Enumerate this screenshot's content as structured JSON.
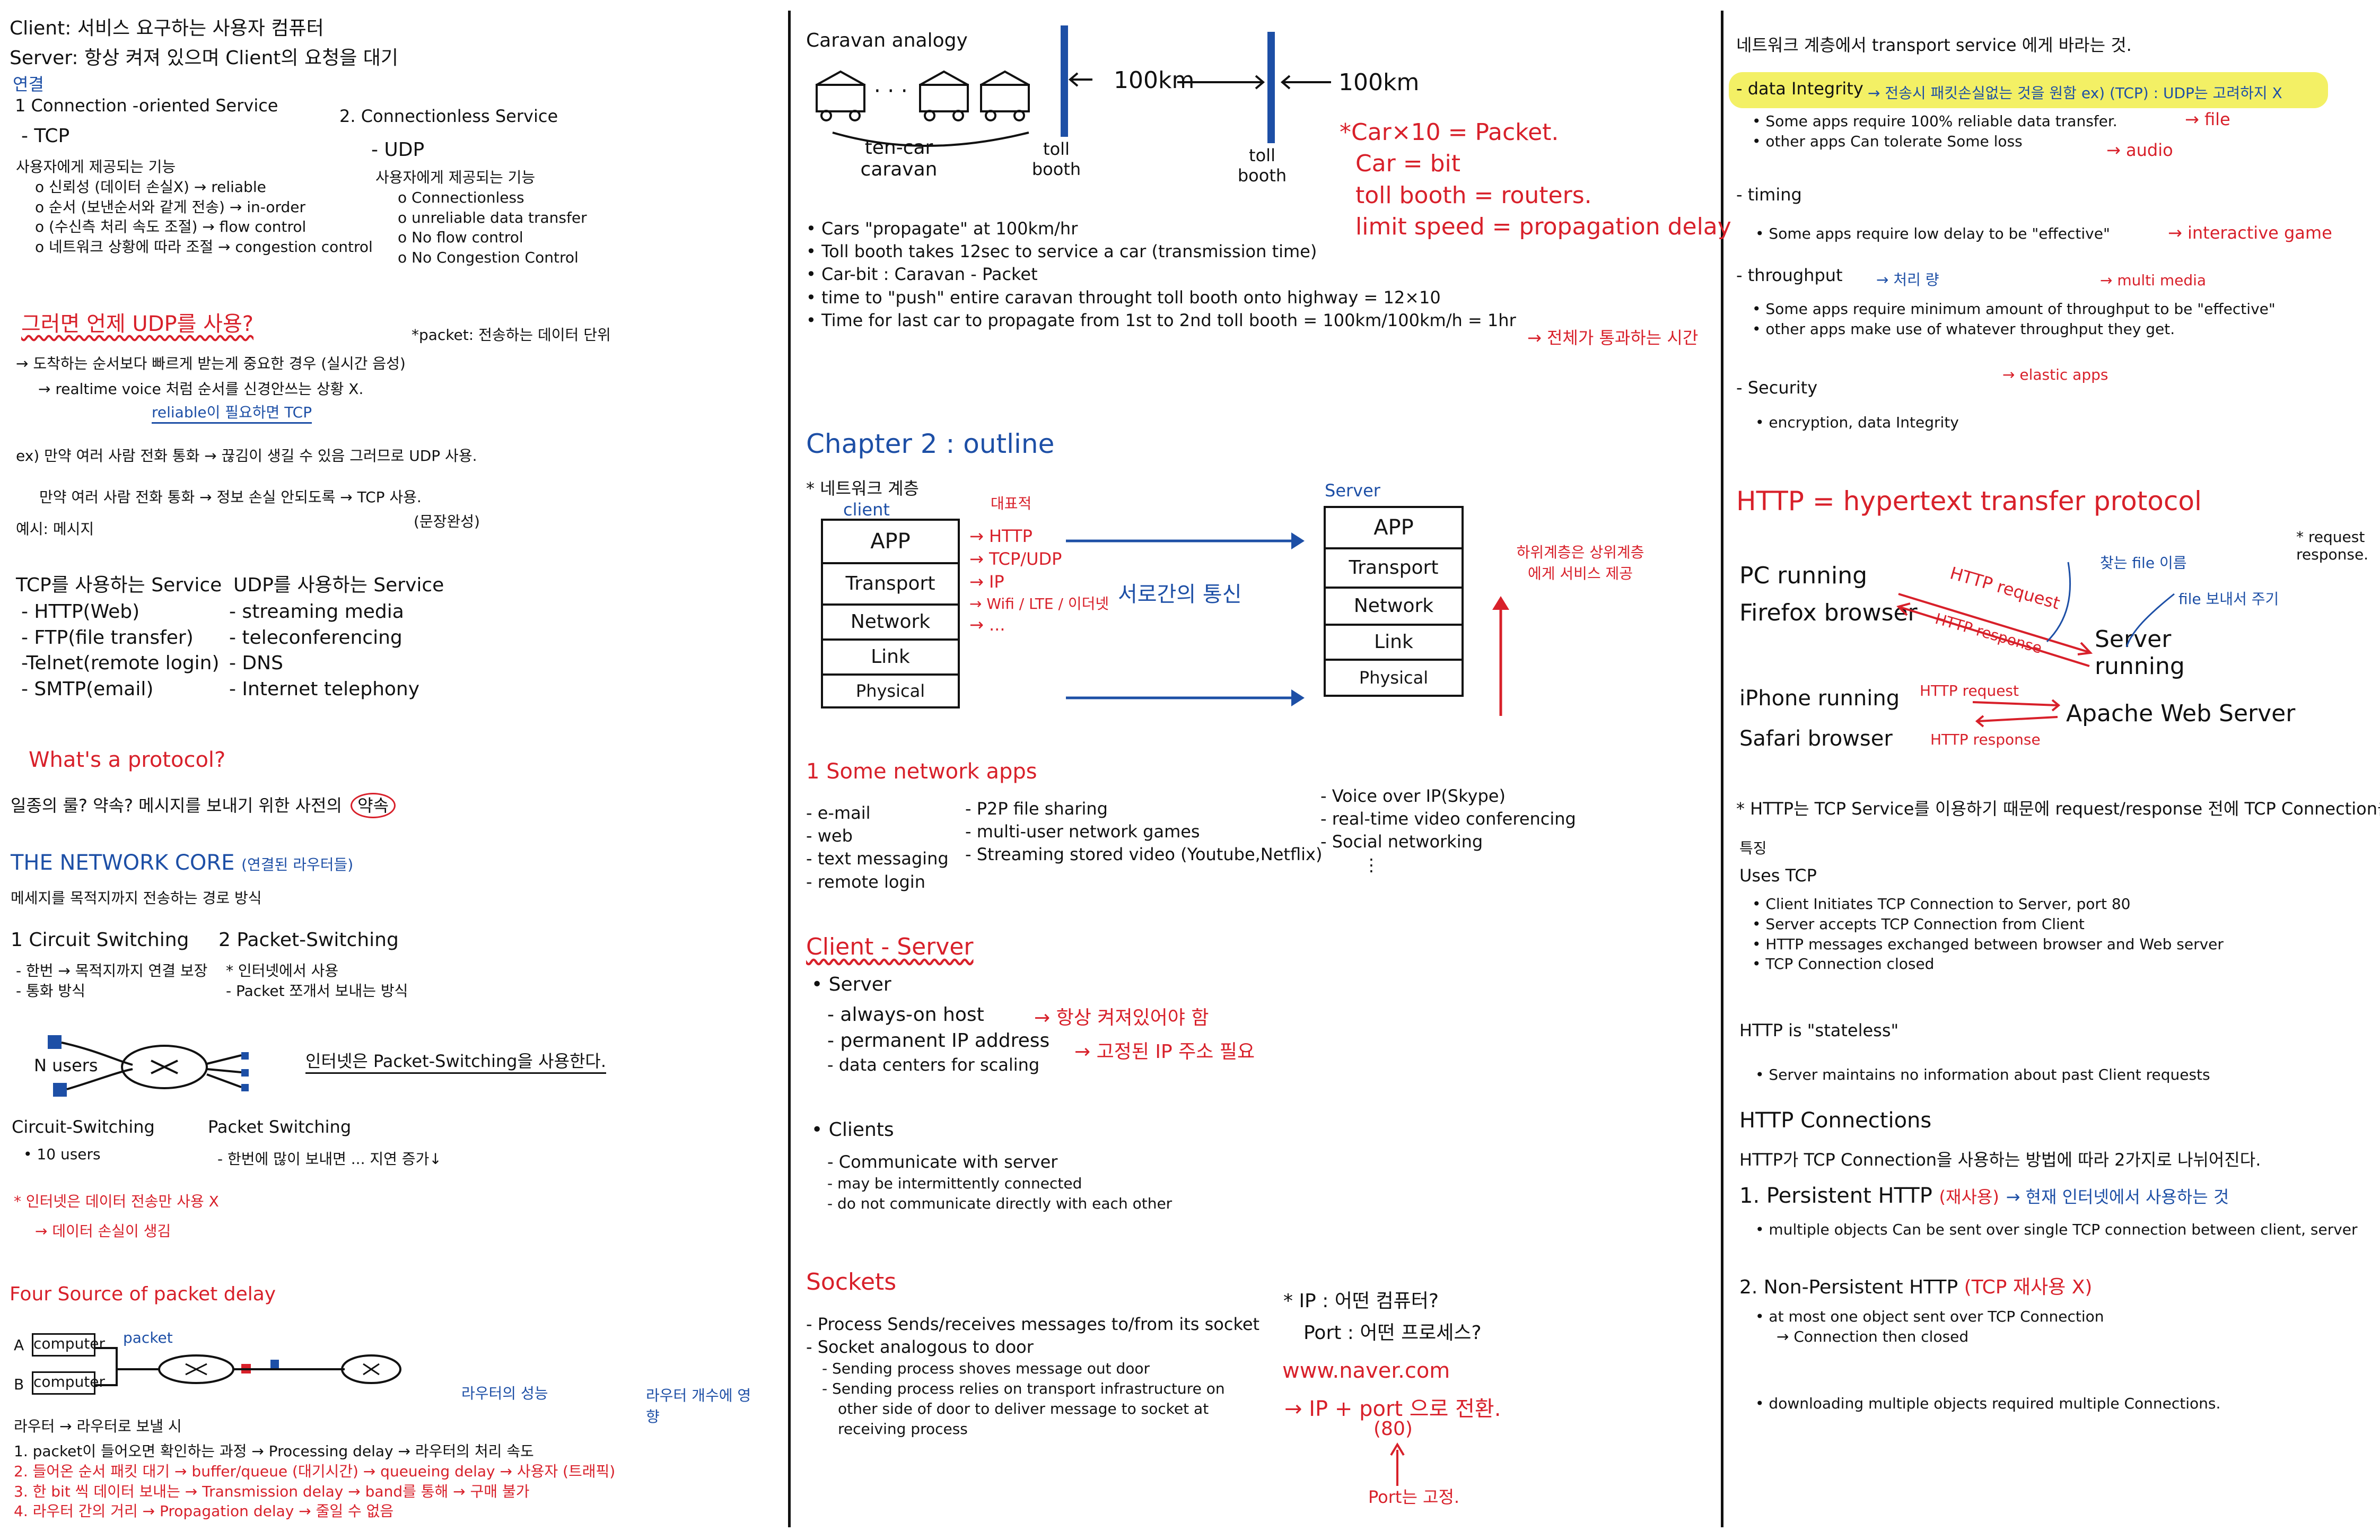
{
  "col1": {
    "intro": [
      "Client: 서비스 요구하는 사용자 컴퓨터",
      "Server: 항상 켜져 있으며 Client의 요청을 대기",
      "연결"
    ],
    "conn_oriented": {
      "title": "1 Connection -oriented Service",
      "proto": "- TCP",
      "lines": [
        "사용자에게 제공되는 기능",
        "o 신뢰성 (데이터 손실X) → reliable",
        "o 순서 (보낸순서와 같게 전송) → in-order",
        "o (수신측 처리 속도 조절) → flow control",
        "o 네트워크 상황에 따라 조절 → congestion control"
      ]
    },
    "connless": {
      "title": "2. Connectionless Service",
      "proto": "- UDP",
      "lines": [
        "사용자에게 제공되는 기능",
        "o Connectionless",
        "o unreliable data transfer",
        "o No flow control",
        "o No Congestion Control"
      ]
    },
    "why_udp": {
      "title": "그러면 언제 UDP를 사용?",
      "packet_note": "*packet: 전송하는 데이터 단위",
      "lines": [
        "→ 도착하는 순서보다 빠르게 받는게 중요한 경우 (실시간 음성)",
        "→ realtime voice 처럼 순서를 신경안쓰는 상황 X.",
        "reliable이 필요하면 TCP",
        "ex) 만약 여러 사람 전화 통화 → 끊김이 생길 수 있음 그러므로 UDP 사용.",
        "만약 여러 사람 전화 통화 → 정보 손실 안되도록 → TCP 사용.",
        "(문장완성)",
        "예시: 메시지"
      ]
    },
    "tcp_services": {
      "title": "TCP를 사용하는 Service",
      "items": [
        "- HTTP(Web)",
        "- FTP(file transfer)",
        "-Telnet(remote login)",
        "- SMTP(email)"
      ]
    },
    "udp_services": {
      "title": "UDP를 사용하는 Service",
      "items": [
        "- streaming media",
        "- teleconferencing",
        "- DNS",
        "- Internet telephony"
      ]
    },
    "protocol": {
      "title": "What's a protocol?",
      "text": "일종의 룰? 약속? 메시지를 보내기 위한 사전의",
      "circled": "약속"
    },
    "core": {
      "title": "THE NETWORK CORE",
      "title_note": "(연결된 라우터들)",
      "subtitle": "메세지를 목적지까지 전송하는 경로 방식",
      "circuit": {
        "title": "1 Circuit Switching",
        "lines": [
          "- 한번 → 목적지까지 연결 보장",
          "- 통화 방식"
        ]
      },
      "packet": {
        "title": "2 Packet-Switching",
        "lines": [
          "* 인터넷에서 사용",
          "- Packet 쪼개서 보내는 방식"
        ]
      },
      "n_users": "N users",
      "internet_note": "인터넷은 Packet-Switching을 사용한다.",
      "cs_label": "Circuit-Switching",
      "cs_users": "• 10 users",
      "ps_label": "Packet Switching",
      "ps_note": "- 한번에 많이 보내면 ... 지연 증가↓",
      "note_red": [
        "* 인터넷은 데이터 전송만 사용 X",
        "→ 데이터 손실이 생김"
      ]
    },
    "delay": {
      "title": "Four Source of packet delay",
      "a": "A",
      "b": "B",
      "computer": "computer",
      "packet_label": "packet",
      "lines": [
        "라우터 → 라우터로 보낼 시",
        "1. packet이 들어오면 확인하는 과정 → Processing delay → 라우터의 처리 속도",
        "2. 들어온 순서 패킷 대기 → buffer/queue (대기시간) → queueing delay → 사용자 (트래픽)",
        "3. 한 bit 씩 데이터 보내는 → Transmission delay → band를 통해 → 구매 불가",
        "4. 라우터 간의 거리 → Propagation delay → 줄일 수 없음"
      ],
      "notes": [
        "라우터의 성능",
        "라우터 개수에 영향"
      ]
    }
  },
  "col2": {
    "caravan": {
      "title": "Caravan analogy",
      "dist1": "100km",
      "dist2": "100km",
      "caravan_label": "ten-car caravan",
      "toll1": "toll booth",
      "toll2": "toll booth",
      "defs": [
        "*Car×10 = Packet.",
        "Car = bit",
        "toll booth = routers.",
        "limit speed = propagation delay"
      ],
      "bullets": [
        "• Cars \"propagate\" at 100km/hr",
        "• Toll booth takes 12sec to service a car (transmission time)",
        "• Car-bit : Caravan - Packet",
        "• time to \"push\" entire caravan throught toll booth onto highway = 12×10",
        "• Time for last car to propagate from 1st to 2nd toll booth = 100km/100km/h = 1hr"
      ],
      "red_note": "→ 전체가 통과하는 시간"
    },
    "outline": {
      "title": "Chapter 2 : outline",
      "sub": "* 네트워크 계층",
      "client": "client",
      "server": "Server",
      "layers": [
        "APP",
        "Transport",
        "Network",
        "Link",
        "Physical"
      ],
      "examples_title": "대표적",
      "examples": [
        "→ HTTP",
        "→ TCP/UDP",
        "→ IP",
        "→ Wifi / LTE / 이더넷",
        "→ ..."
      ],
      "comm_note": "서로간의 통신",
      "side_note": "하위계층은 상위계층에게 서비스 제공"
    },
    "apps": {
      "title": "1 Some network apps",
      "col_a": [
        "- e-mail",
        "- web",
        "- text messaging",
        "- remote login"
      ],
      "col_b": [
        "- P2P file sharing",
        "- multi-user network games",
        "- Streaming stored video (Youtube,Netflix)"
      ],
      "col_c": [
        "- Voice over IP(Skype)",
        "- real-time video conferencing",
        "- Social networking",
        "⋮"
      ]
    },
    "cs": {
      "title": "Client - Server",
      "server": "• Server",
      "server_lines": [
        "- always-on host",
        "- permanent IP address",
        "- data centers for scaling"
      ],
      "server_notes": [
        "→ 항상 켜져있어야 함",
        "→ 고정된 IP 주소 필요"
      ],
      "clients": "• Clients",
      "client_lines": [
        "- Communicate with server",
        "- may be intermittently connected",
        "- do not communicate directly with each other"
      ]
    },
    "sockets": {
      "title": "Sockets",
      "lines": [
        "- Process Sends/receives messages to/from its socket",
        "- Socket analogous to door",
        "- Sending process shoves message out door",
        "- Sending process relies on transport infrastructure on",
        "other side of door to deliver message to socket at",
        "receiving process"
      ],
      "ip_note": "* IP : 어떤 컴퓨터?",
      "port_note": "Port : 어떤 프로세스?",
      "url": "www.naver.com",
      "url_note": "→ IP + port 으로 전환.",
      "port_num": "(80)",
      "port_fixed": "Port는 고정."
    }
  },
  "col3": {
    "header": "네트워크 계층에서 transport service 에게 바라는 것.",
    "integrity": {
      "title": "- data Integrity",
      "note": "→ 전송시 패킷손실없는 것을 원함 ex) (TCP) : UDP는 고려하지 X",
      "lines": [
        "• Some apps require 100% reliable data transfer.",
        "• other apps Can tolerate Some loss"
      ],
      "tags": [
        "→ file",
        "→ audio"
      ]
    },
    "timing": {
      "title": "- timing",
      "line": "• Some apps require low delay to be \"effective\"",
      "tag": "→ interactive game"
    },
    "throughput": {
      "title": "- throughput",
      "title_note": "→ 처리 량",
      "media_note": "→ multi media",
      "lines": [
        "• Some apps require minimum amount of throughput to be \"effective\"",
        "• other apps make use of whatever throughput they get."
      ],
      "tag": "→ elastic apps"
    },
    "security": {
      "title": "- Security",
      "line": "• encryption, data Integrity"
    },
    "http": {
      "title": "HTTP = hypertext transfer protocol",
      "pc": "PC running",
      "firefox": "Firefox browser",
      "iphone": "iPhone running",
      "safari": "Safari browser",
      "server": "Server running",
      "apache": "Apache Web Server",
      "req1": "HTTP request",
      "res1": "HTTP response",
      "req2": "HTTP request",
      "res2": "HTTP response",
      "side": "* request response.",
      "note1": "찾는 file 이름",
      "note2": "file 보내서 주기"
    },
    "http_tcp": {
      "note": "* HTTP는 TCP Service를 이용하기 때문에 request/response 전에 TCP Connection을 맺음",
      "feature": "특징",
      "uses": "Uses TCP",
      "lines": [
        "• Client Initiates TCP Connection to Server, port 80",
        "• Server accepts TCP Connection from Client",
        "• HTTP messages exchanged between browser and Web server",
        "• TCP Connection closed"
      ],
      "stateless": "HTTP is \"stateless\"",
      "stateless_line": "• Server maintains no information about past Client requests"
    },
    "connections": {
      "title": "HTTP Connections",
      "desc": "HTTP가 TCP Connection을 사용하는 방법에 따라 2가지로 나뉘어진다.",
      "persistent": "1. Persistent HTTP",
      "persistent_note": "(재사용)",
      "persistent_tag": "→ 현재 인터넷에서 사용하는 것",
      "persistent_line": "• multiple objects Can be sent over single TCP connection between client, server",
      "non": "2. Non-Persistent HTTP",
      "non_note": "(TCP 재사용 X)",
      "non_lines": [
        "• at most one object sent over TCP Connection",
        "→ Connection then closed",
        "• downloading multiple objects required multiple Connections."
      ]
    }
  }
}
